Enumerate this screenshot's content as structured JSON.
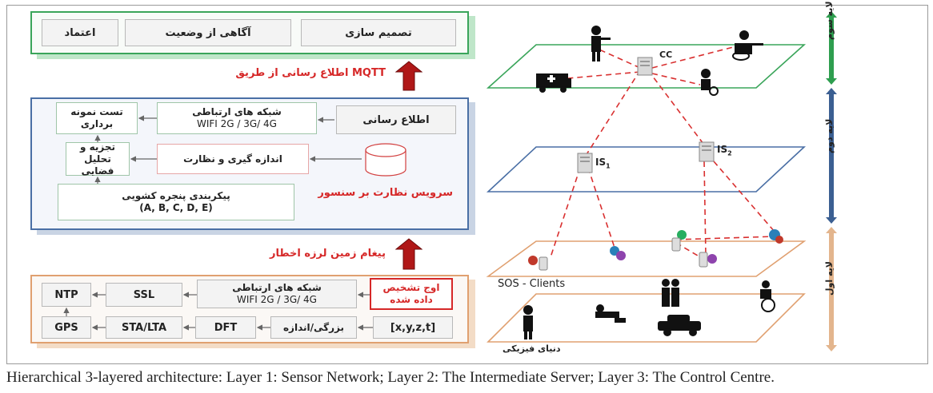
{
  "layer3_box": {
    "items": [
      "تصمیم سازی",
      "آگاهی از وضعیت",
      "اعتماد"
    ]
  },
  "arrow_top_label": "اطلاع رسانی از طریق MQTT",
  "layer2_box": {
    "test_sampling": [
      "تست نمونه",
      "برداری"
    ],
    "comm_network": [
      "شبکه های ارتباطی",
      "WIFI 2G / 3G/ 4G"
    ],
    "notify": "اطلاع رسانی",
    "spatial_analysis": [
      "تجزیه و",
      "تحلیل فضایی"
    ],
    "measure_monitor": "اندازه گیری و نظارت",
    "window_config": [
      "پیکربندی پنجره کشویی",
      "(A, B, C, D, E)"
    ],
    "sensor_service": "سرویس نظارت بر سنسور"
  },
  "arrow_bottom_label": "پیغام زمین لرزه اخطار",
  "layer1_box": {
    "ntp": "NTP",
    "ssl": "SSL",
    "comm_network": [
      "شبکه های ارتباطی",
      "WIFI 2G / 3G/ 4G"
    ],
    "peak_detect": [
      "اوج تشخیص",
      "داده شده"
    ],
    "gps": "GPS",
    "sta_lta": "STA/LTA",
    "dft": "DFT",
    "magnitude": "بزرگی/اندازه",
    "xyzt": "[x,y,z,t]"
  },
  "network": {
    "cc": "CC",
    "is1": "IS",
    "is1_sub": "1",
    "is2": "IS",
    "is2_sub": "2",
    "sos": "SOS - Clients",
    "physical_world": "دنیای فیزیکی"
  },
  "side_labels": {
    "layer3": "لایه سوم",
    "layer2": "لایه دوم",
    "layer1": "لایه اول"
  },
  "caption": "Hierarchical 3-layered architecture: Layer 1: Sensor Network; Layer 2: The Intermediate Server; Layer 3: The Control Centre.",
  "colors": {
    "green": "#3aa55a",
    "blue": "#4a6fa5",
    "orange": "#e0a070",
    "red_text": "#d62828",
    "dash_red": "#d93030",
    "dark_red_arrow": "#b01818",
    "bar_green": "#2e9e4f",
    "bar_blue": "#3b5f92",
    "bar_tan": "#e3b58d"
  }
}
